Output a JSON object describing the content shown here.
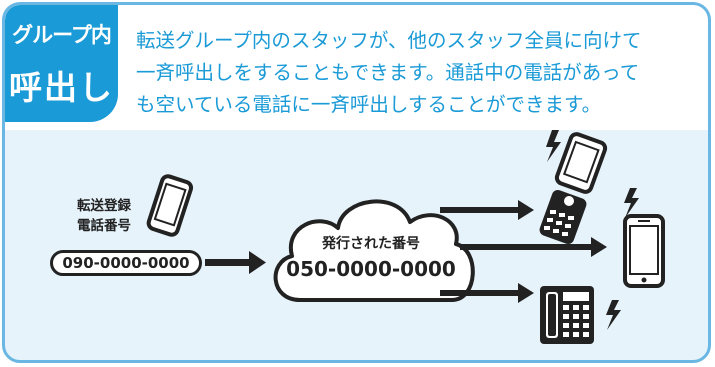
{
  "badge": {
    "line1": "グループ内",
    "line2": "呼出し"
  },
  "description": [
    "転送グループ内のスタッフが、他のスタッフ全員に向けて",
    "一斉呼出しをすることもできます。通話中の電話があって",
    "も空いている電話に一斉呼出しすることができます。"
  ],
  "diagram": {
    "registered_label_1": "転送登録",
    "registered_label_2": "電話番号",
    "registered_number": "090-0000-0000",
    "cloud_caption": "発行された番号",
    "cloud_number": "050-0000-0000",
    "devices": [
      "flip-phone",
      "smartphone",
      "desk-phone"
    ]
  },
  "colors": {
    "accent": "#1a9ad6",
    "border": "#6ab7e3",
    "panel": "#e6f3fb",
    "ink": "#222222"
  }
}
